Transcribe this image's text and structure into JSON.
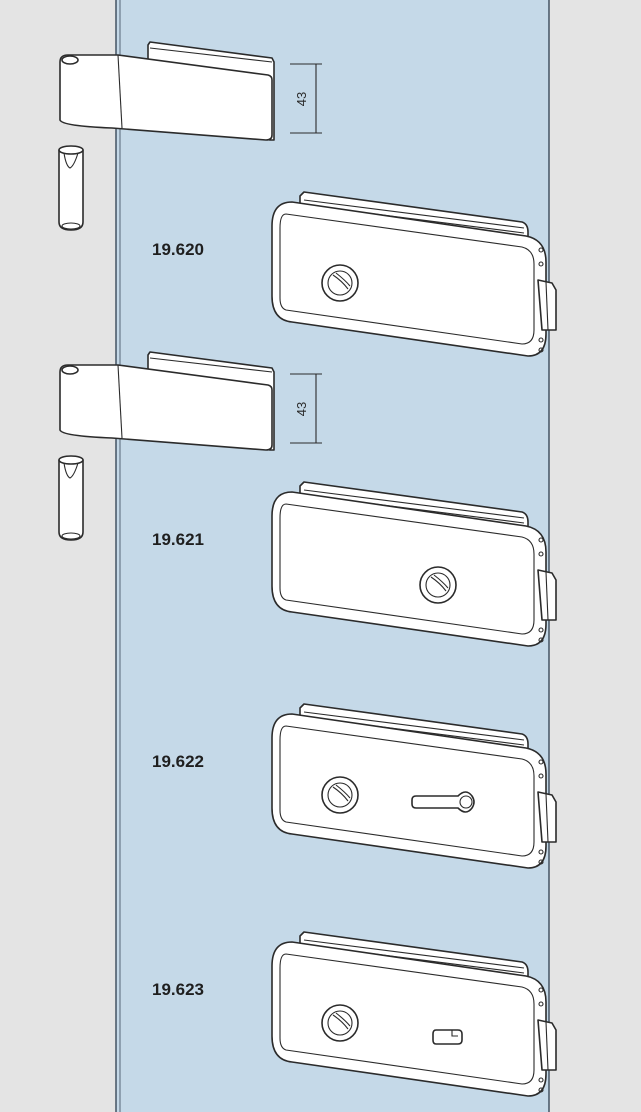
{
  "colors": {
    "background": "#e4e4e4",
    "glass": "#c5d9e8",
    "glass_edge": "#3a4a5a",
    "line": "#2b2b2b",
    "fill": "#ffffff",
    "label": "#1f1f1f"
  },
  "hinges": [
    {
      "dimension": "43"
    },
    {
      "dimension": "43"
    }
  ],
  "locks": [
    {
      "code": "19.620",
      "variant": "knob-left"
    },
    {
      "code": "19.621",
      "variant": "knob-right"
    },
    {
      "code": "19.622",
      "variant": "knob-and-profile-cylinder"
    },
    {
      "code": "19.623",
      "variant": "knob-and-small-key"
    }
  ]
}
